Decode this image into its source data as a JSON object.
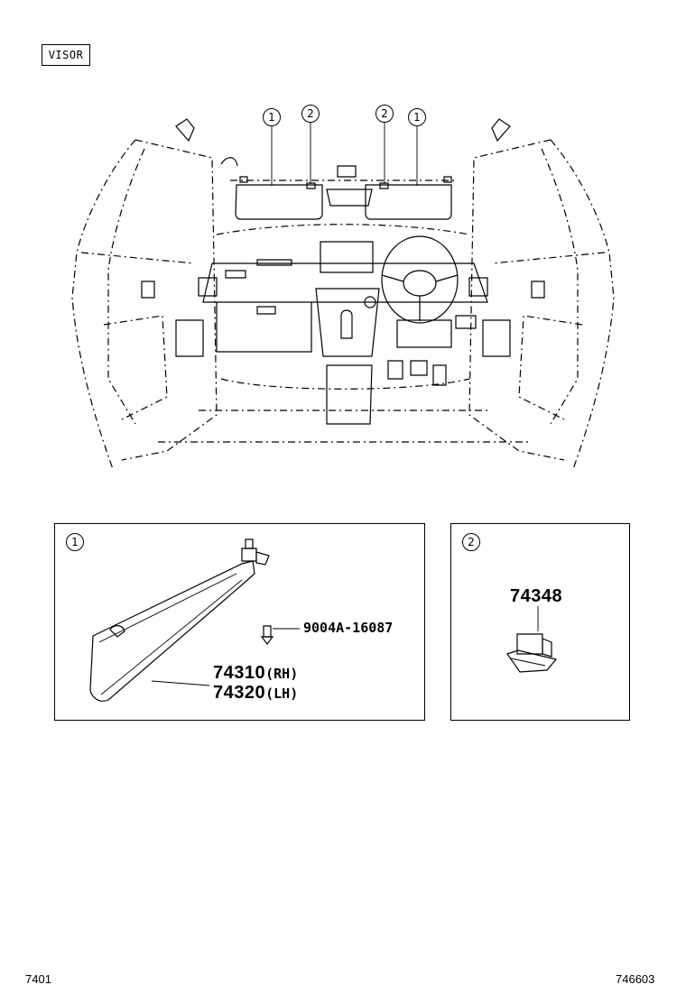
{
  "section_tag": "VISOR",
  "overview_callouts": [
    "1",
    "2",
    "2",
    "1"
  ],
  "panel_left": {
    "callout": "1",
    "parts": {
      "screw": "9004A-16087",
      "visor_rh_number": "74310",
      "visor_rh_side": "(RH)",
      "visor_lh_number": "74320",
      "visor_lh_side": "(LH)"
    }
  },
  "panel_right": {
    "callout": "2",
    "parts": {
      "holder": "74348"
    }
  },
  "footer": {
    "left_code": "7401",
    "right_code": "746603"
  }
}
